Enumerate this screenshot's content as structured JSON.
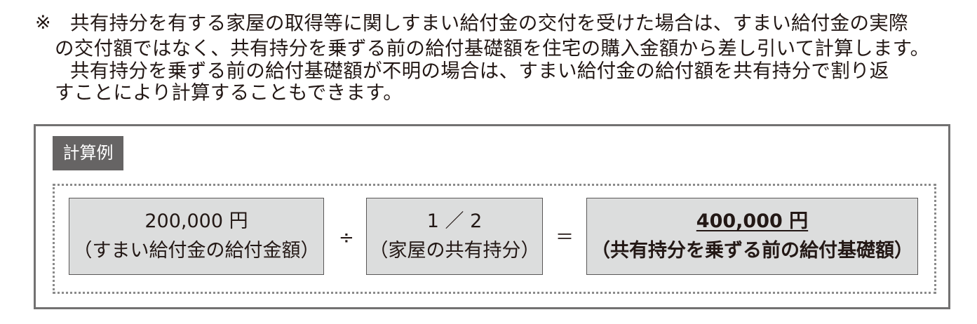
{
  "note": {
    "mark": "※",
    "lines": [
      "共有持分を有する家屋の取得等に関しすまい給付金の交付を受けた場合は、すまい給付金の実際",
      "の交付額ではなく、共有持分を乗ずる前の給付基礎額を住宅の購入金額から差し引いて計算します。",
      "共有持分を乗ずる前の給付基礎額が不明の場合は、すまい給付金の給付額を共有持分で割り返",
      "すことにより計算することもできます。"
    ]
  },
  "example": {
    "label": "計算例",
    "term1": {
      "value": "200,000 円",
      "caption": "（すまい給付金の給付金額）"
    },
    "operator1": "÷",
    "term2": {
      "value": "1 ／ 2",
      "caption": "（家屋の共有持分）"
    },
    "operator2": "＝",
    "result": {
      "value": "400,000 円",
      "caption": "（共有持分を乗ずる前の給付基礎額）"
    }
  }
}
